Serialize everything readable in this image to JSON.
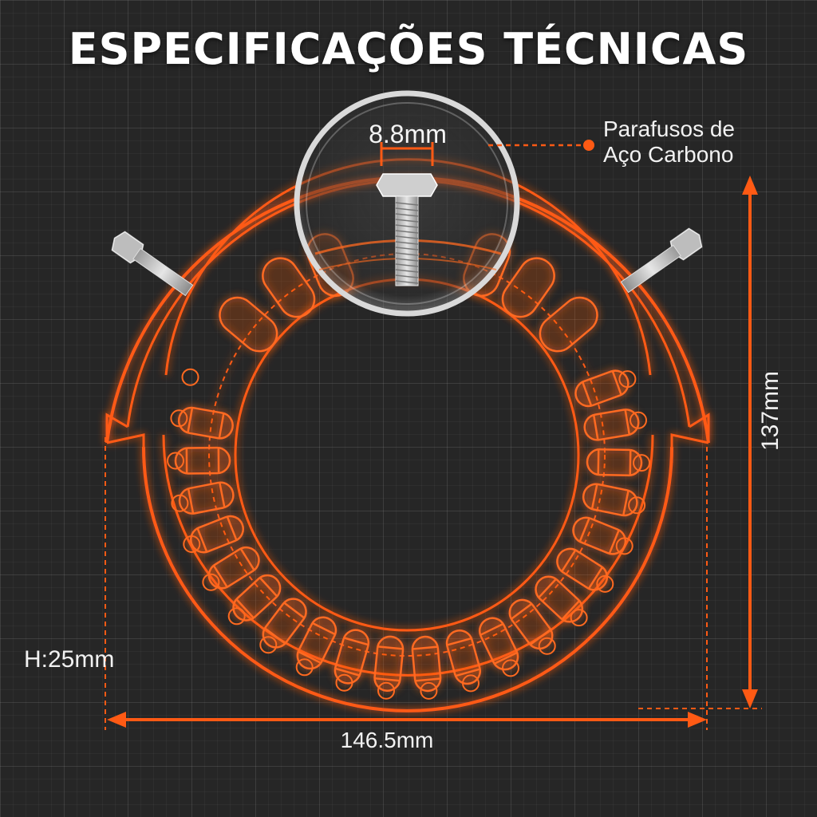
{
  "title": "ESPECIFICAÇÕES TÉCNICAS",
  "dimensions": {
    "bolt_size": "8.8mm",
    "screw_material_line1": "Parafusos de",
    "screw_material_line2": "Aço Carbono",
    "height": "H:25mm",
    "width": "146.5mm",
    "depth": "137mm"
  },
  "icons": {
    "ring": "bearing-ring-icon",
    "bolt": "bolt-icon",
    "magnifier": "magnifier-lens-icon"
  },
  "colors": {
    "accent": "#ff5a14",
    "glow": "#ff7a2e",
    "text": "#f2f2f2",
    "background": "#262626"
  }
}
